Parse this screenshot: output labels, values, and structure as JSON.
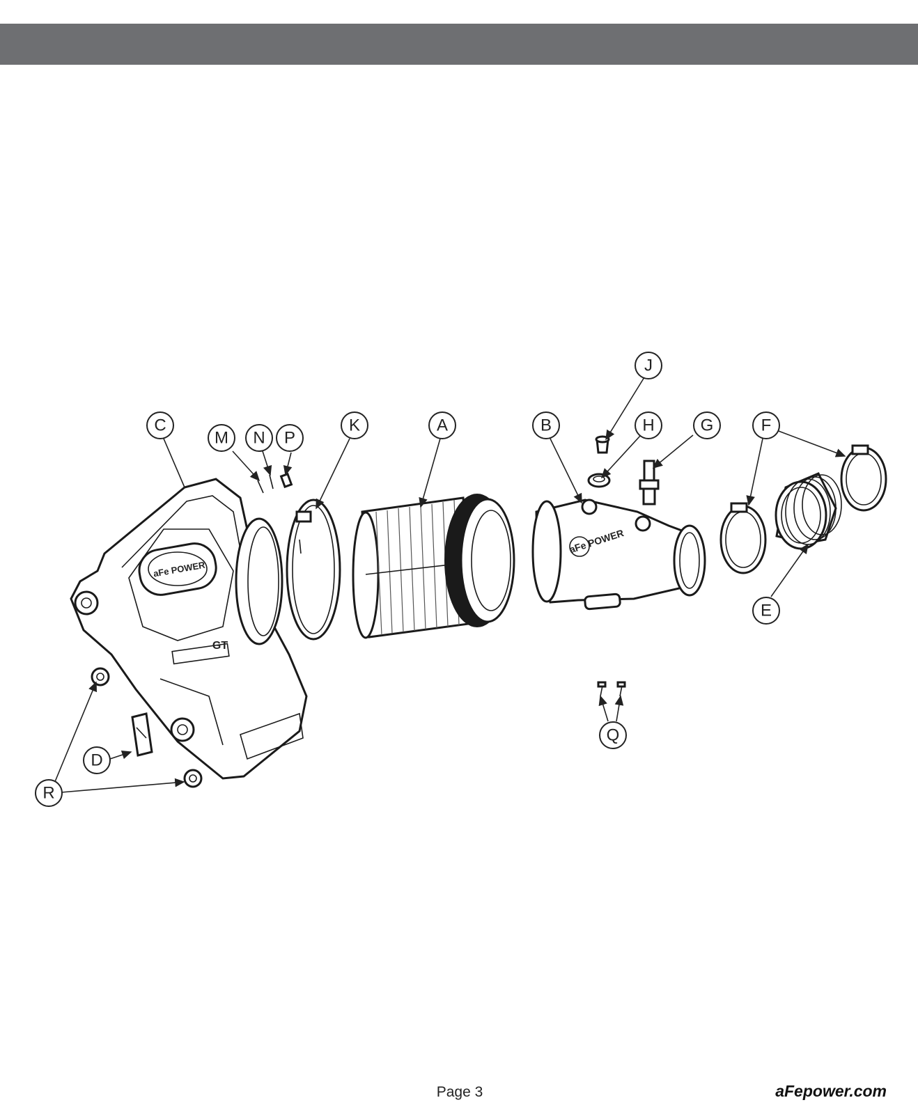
{
  "header": {
    "color": "#6e6f72"
  },
  "diagram": {
    "callouts": [
      "A",
      "B",
      "C",
      "D",
      "E",
      "F",
      "G",
      "H",
      "J",
      "K",
      "M",
      "N",
      "P",
      "Q",
      "R"
    ],
    "logo_text": "aFe POWER",
    "badge_text": "GT"
  },
  "footer": {
    "page_label": "Page 3",
    "website": "aFepower.com"
  }
}
